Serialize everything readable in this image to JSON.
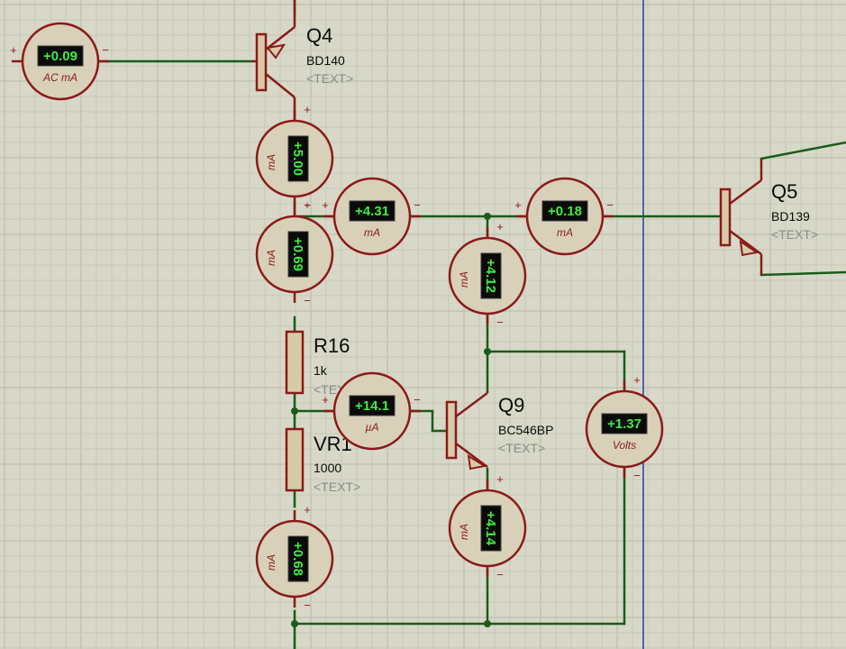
{
  "schematic": {
    "components": {
      "Q4": {
        "ref": "Q4",
        "value": "BD140",
        "text": "<TEXT>"
      },
      "Q5": {
        "ref": "Q5",
        "value": "BD139",
        "text": "<TEXT>"
      },
      "Q9": {
        "ref": "Q9",
        "value": "BC546BP",
        "text": "<TEXT>"
      },
      "R16": {
        "ref": "R16",
        "value": "1k",
        "text": "<TEXT>"
      },
      "VR1": {
        "ref": "VR1",
        "value": "1000",
        "text": "<TEXT>"
      }
    },
    "meters": {
      "m_ac": {
        "reading": "+0.09",
        "unit": "AC mA"
      },
      "m_top": {
        "reading": "+5.00",
        "unit": "mA"
      },
      "m_mid": {
        "reading": "+0.69",
        "unit": "mA"
      },
      "m_h1": {
        "reading": "+4.31",
        "unit": "mA"
      },
      "m_h2": {
        "reading": "+0.18",
        "unit": "mA"
      },
      "m_right": {
        "reading": "+4.12",
        "unit": "mA"
      },
      "m_ua": {
        "reading": "+14.1",
        "unit": "µA"
      },
      "m_volts": {
        "reading": "+1.37",
        "unit": "Volts"
      },
      "m_q9e": {
        "reading": "+4.14",
        "unit": "mA"
      },
      "m_bot": {
        "reading": "+0.68",
        "unit": "mA"
      }
    },
    "pin_signs": {
      "plus": "+",
      "minus": "−"
    },
    "colors": {
      "background": "#d8d8c8",
      "wire": "#1a5c1a",
      "component": "#8b1a1a",
      "lcd_text": "#3cf03c"
    }
  }
}
